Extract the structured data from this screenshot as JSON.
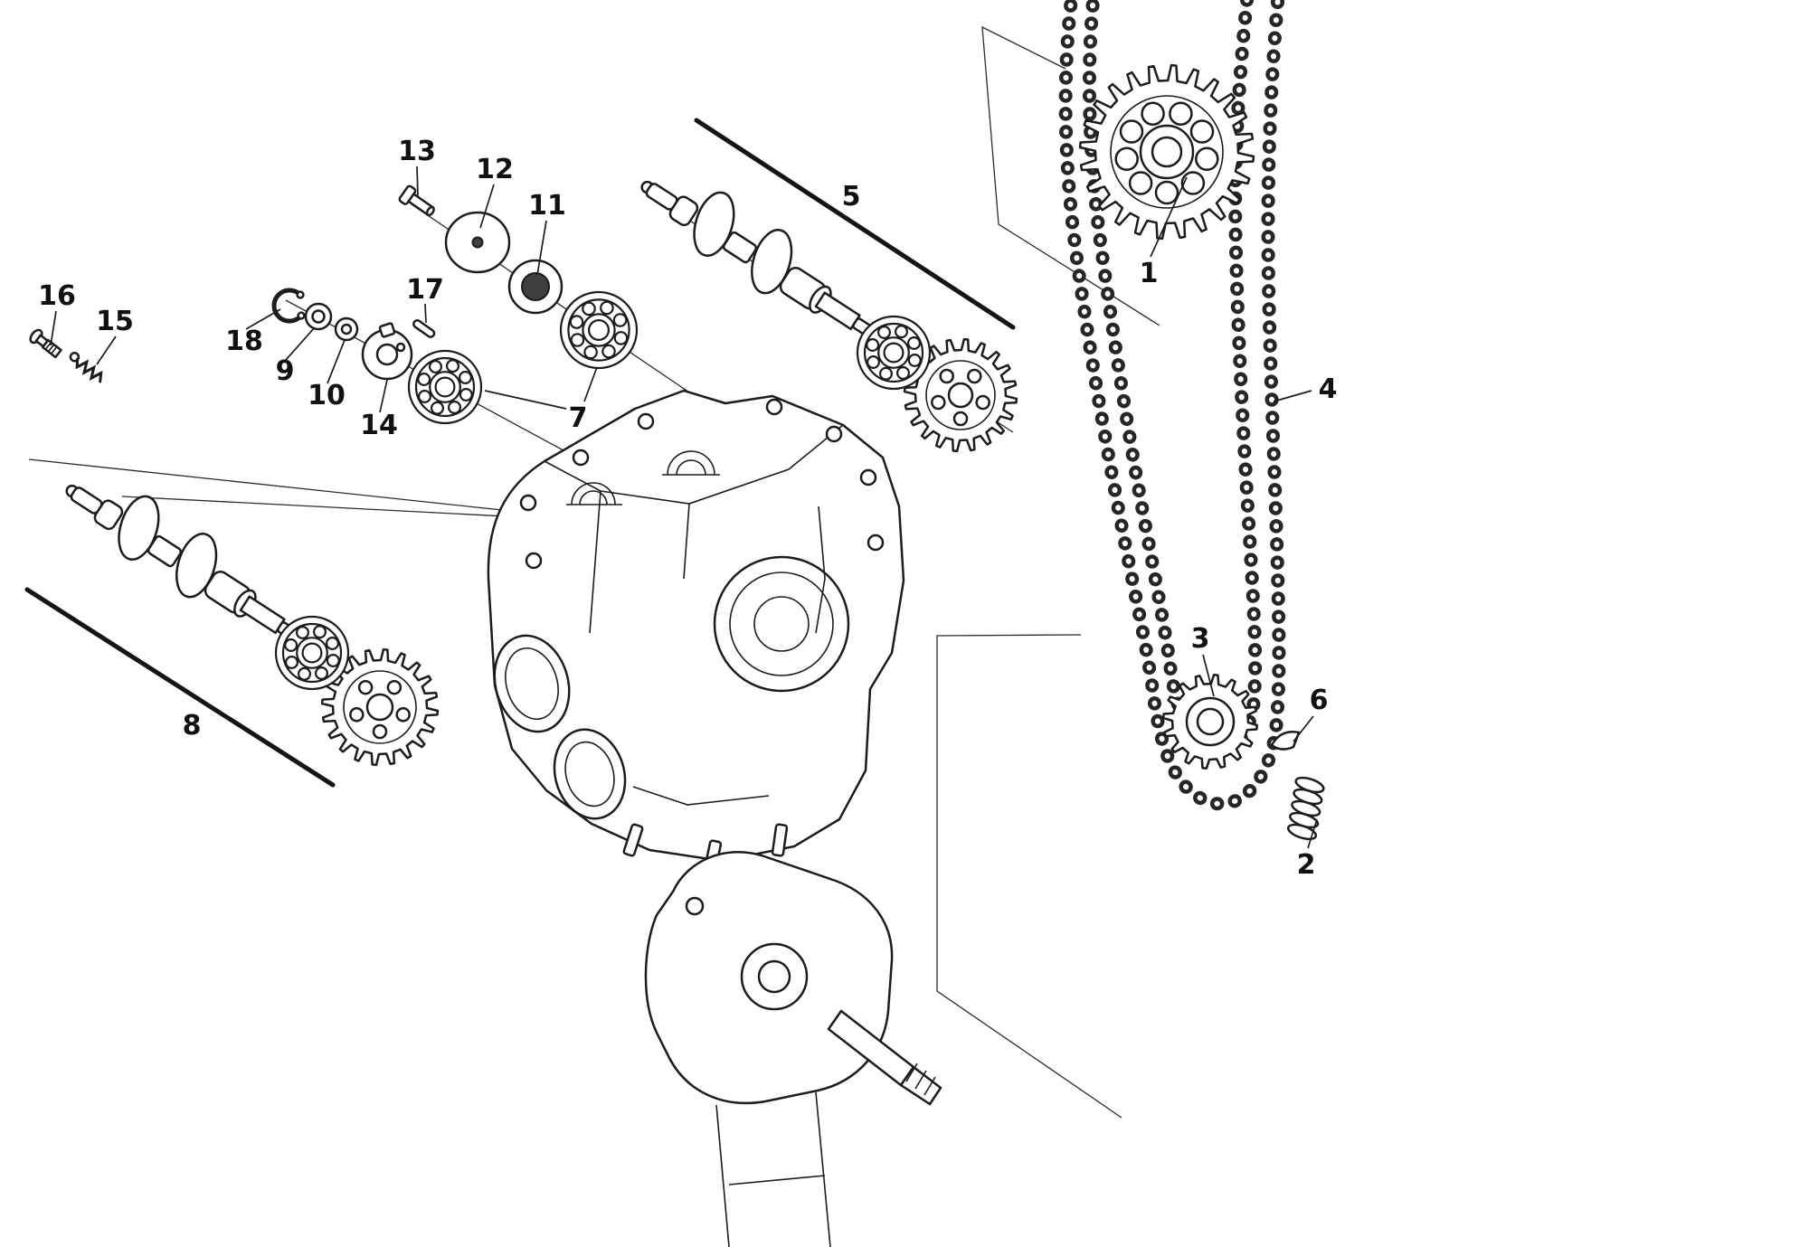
{
  "colors": {
    "background": "#ffffff",
    "line": "#1c1c1c",
    "label_color": "#111111"
  },
  "callouts": [
    {
      "num": "1"
    },
    {
      "num": "2"
    },
    {
      "num": "3"
    },
    {
      "num": "4"
    },
    {
      "num": "5"
    },
    {
      "num": "6"
    },
    {
      "num": "7"
    },
    {
      "num": "8"
    },
    {
      "num": "9"
    },
    {
      "num": "10"
    },
    {
      "num": "11"
    },
    {
      "num": "12"
    },
    {
      "num": "13"
    },
    {
      "num": "14"
    },
    {
      "num": "15"
    },
    {
      "num": "16"
    },
    {
      "num": "17"
    },
    {
      "num": "18"
    }
  ]
}
